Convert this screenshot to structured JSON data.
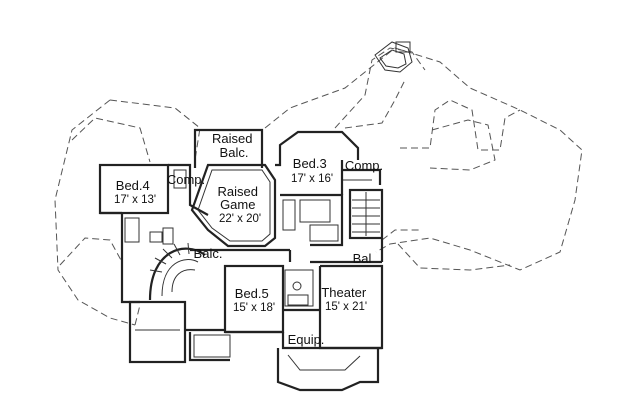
{
  "rooms": [
    {
      "id": "raised-balc",
      "lines": [
        "Raised",
        "Balc."
      ]
    },
    {
      "id": "bed-3",
      "lines": [
        "Bed.3",
        "17' x 16'"
      ]
    },
    {
      "id": "comp-right",
      "lines": [
        "Comp."
      ]
    },
    {
      "id": "bed-4",
      "lines": [
        "Bed.4",
        "17' x 13'"
      ]
    },
    {
      "id": "comp-left",
      "lines": [
        "Comp."
      ]
    },
    {
      "id": "raised-game",
      "lines": [
        "Raised",
        "Game",
        "22' x 20'"
      ]
    },
    {
      "id": "balc",
      "lines": [
        "Balc."
      ]
    },
    {
      "id": "bal",
      "lines": [
        "Bal"
      ]
    },
    {
      "id": "bed-5",
      "lines": [
        "Bed.5",
        "15' x 18'"
      ]
    },
    {
      "id": "theater",
      "lines": [
        "Theater",
        "15' x 21'"
      ]
    },
    {
      "id": "equip",
      "lines": [
        "Equip."
      ]
    }
  ]
}
